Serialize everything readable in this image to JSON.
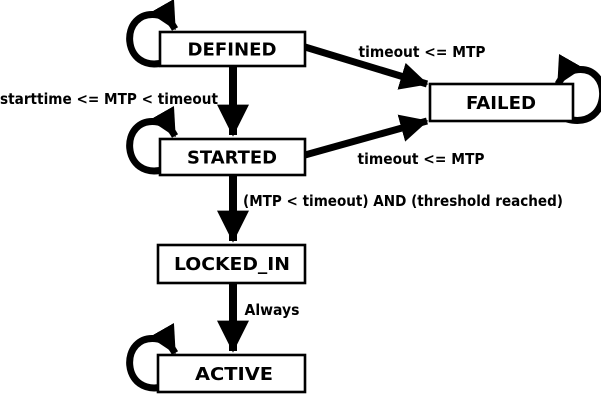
{
  "diagram_type": "state-machine",
  "colors": {
    "background": "#ffffff",
    "line": "#000000",
    "box_fill": "#ffffff",
    "text": "#000000"
  },
  "states": {
    "defined": {
      "label": "DEFINED",
      "has_self_loop": true
    },
    "failed": {
      "label": "FAILED",
      "has_self_loop": true
    },
    "started": {
      "label": "STARTED",
      "has_self_loop": true
    },
    "locked_in": {
      "label": "LOCKED_IN",
      "has_self_loop": false
    },
    "active": {
      "label": "ACTIVE",
      "has_self_loop": true
    }
  },
  "transitions": {
    "defined_to_started": {
      "from": "DEFINED",
      "to": "STARTED",
      "label": "starttime <= MTP < timeout"
    },
    "defined_to_failed": {
      "from": "DEFINED",
      "to": "FAILED",
      "label": "timeout <= MTP"
    },
    "started_to_failed": {
      "from": "STARTED",
      "to": "FAILED",
      "label": "timeout <= MTP"
    },
    "started_to_locked_in": {
      "from": "STARTED",
      "to": "LOCKED_IN",
      "label": "(MTP < timeout) AND (threshold reached)"
    },
    "locked_in_to_active": {
      "from": "LOCKED_IN",
      "to": "ACTIVE",
      "label": "Always"
    }
  }
}
